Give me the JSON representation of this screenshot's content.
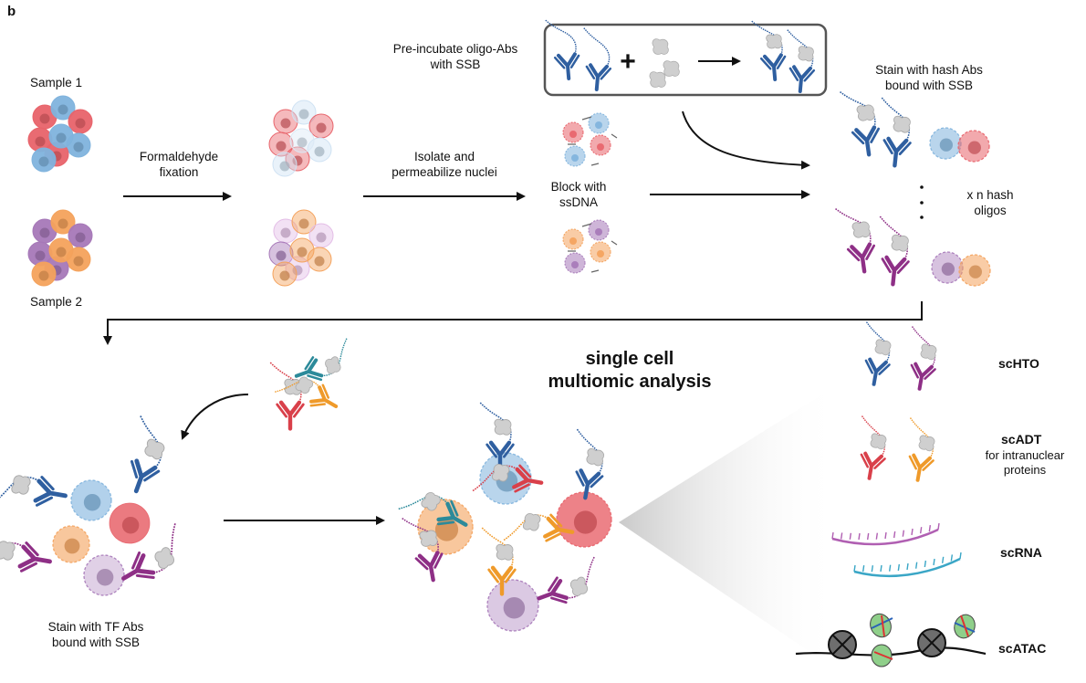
{
  "panel_label": "b",
  "labels": {
    "sample1": "Sample 1",
    "sample2": "Sample 2",
    "fixation": "Formaldehyde\nfixation",
    "isolate": "Isolate and\npermeabilize nuclei",
    "block": "Block with\nssDNA",
    "preincubate": "Pre-incubate oligo-Abs\nwith SSB",
    "stain_hash": "Stain with hash Abs\nbound with SSB",
    "xn_hash": "x n hash\noligos",
    "stain_tf": "Stain with TF Abs\nbound with SSB",
    "multiomic": "single cell\nmultiomic analysis"
  },
  "plus_symbol": "+",
  "readouts": [
    {
      "name": "scHTO",
      "note": ""
    },
    {
      "name": "scADT",
      "note": "for intranuclear\nproteins"
    },
    {
      "name": "scRNA",
      "note": ""
    },
    {
      "name": "scATAC",
      "note": ""
    }
  ],
  "colors": {
    "cell_red": "#e8636a",
    "cell_blue": "#7fb3dd",
    "cell_orange": "#f4a25c",
    "cell_purple": "#a678b8",
    "ab_blue": "#2f5fa0",
    "ab_purple": "#8e2f86",
    "ab_teal": "#2c8a9a",
    "ab_red": "#d9404a",
    "ab_orange": "#ef9a2a",
    "ssb_gray": "#cfcfcf",
    "arrow": "#111111",
    "rna_purple": "#b05fb2",
    "rna_cyan": "#3aa6c6",
    "nucleosome": "#6e6e6e",
    "tn5_green": "#8fcf8a"
  }
}
